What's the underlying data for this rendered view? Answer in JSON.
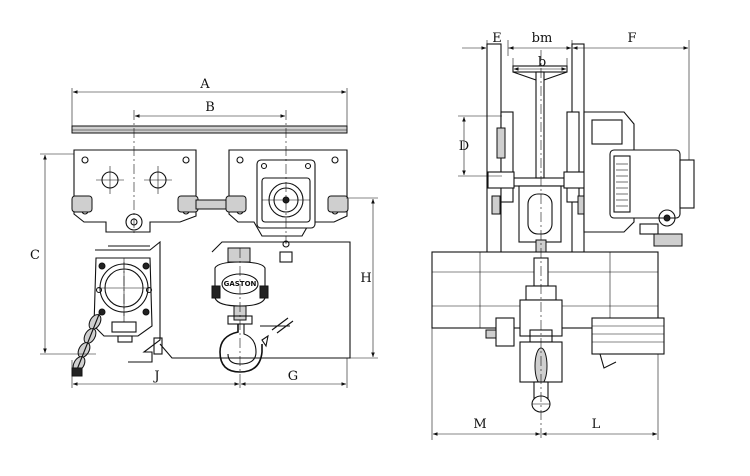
{
  "front_view": {
    "dimensions": {
      "A": "A",
      "B": "B",
      "C": "C",
      "H": "H",
      "J": "J",
      "G": "G"
    },
    "hoist_logo": "GASTON"
  },
  "side_view": {
    "dimensions": {
      "E": "E",
      "bm": "bm",
      "b": "b",
      "F": "F",
      "D": "D",
      "M": "M",
      "L": "L"
    }
  }
}
